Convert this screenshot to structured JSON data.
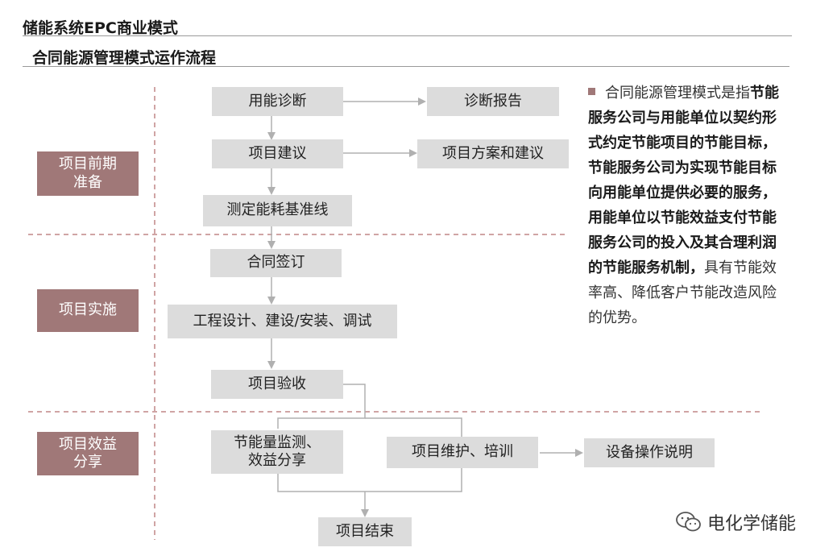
{
  "header": {
    "title": "储能系统EPC商业模式",
    "subtitle": "合同能源管理模式运作流程"
  },
  "phases": [
    {
      "label": "项目前期\n准备"
    },
    {
      "label": "项目实施"
    },
    {
      "label": "项目效益\n分享"
    }
  ],
  "steps": {
    "diagnosis": "用能诊断",
    "diagnosis_report": "诊断报告",
    "proposal": "项目建议",
    "plan": "项目方案和建议",
    "baseline": "测定能耗基准线",
    "contract": "合同签订",
    "engineering": "工程设计、建设/安装、调试",
    "acceptance": "项目验收",
    "monitoring": "节能量监测、\n效益分享",
    "maintenance": "项目维护、培训",
    "manual": "设备操作说明",
    "end": "项目结束"
  },
  "description": {
    "lead": "合同能源管理模式是指",
    "bold": "节能服务公司与用能单位以契约形式约定节能项目的节能目标，节能服务公司为实现节能目标向用能单位提供必要的服务，用能单位以节能效益支付节能服务公司的投入及其合理利润的节能服务机制，",
    "tail": "具有节能效率高、降低客户节能改造风险的优势。"
  },
  "watermark": {
    "icon": "wechat-icon",
    "text": "电化学储能"
  },
  "colors": {
    "box_fill": "#dcdcdc",
    "phase_fill": "#a07878",
    "divider": "#c08585",
    "arrow": "#b0b0b0"
  }
}
